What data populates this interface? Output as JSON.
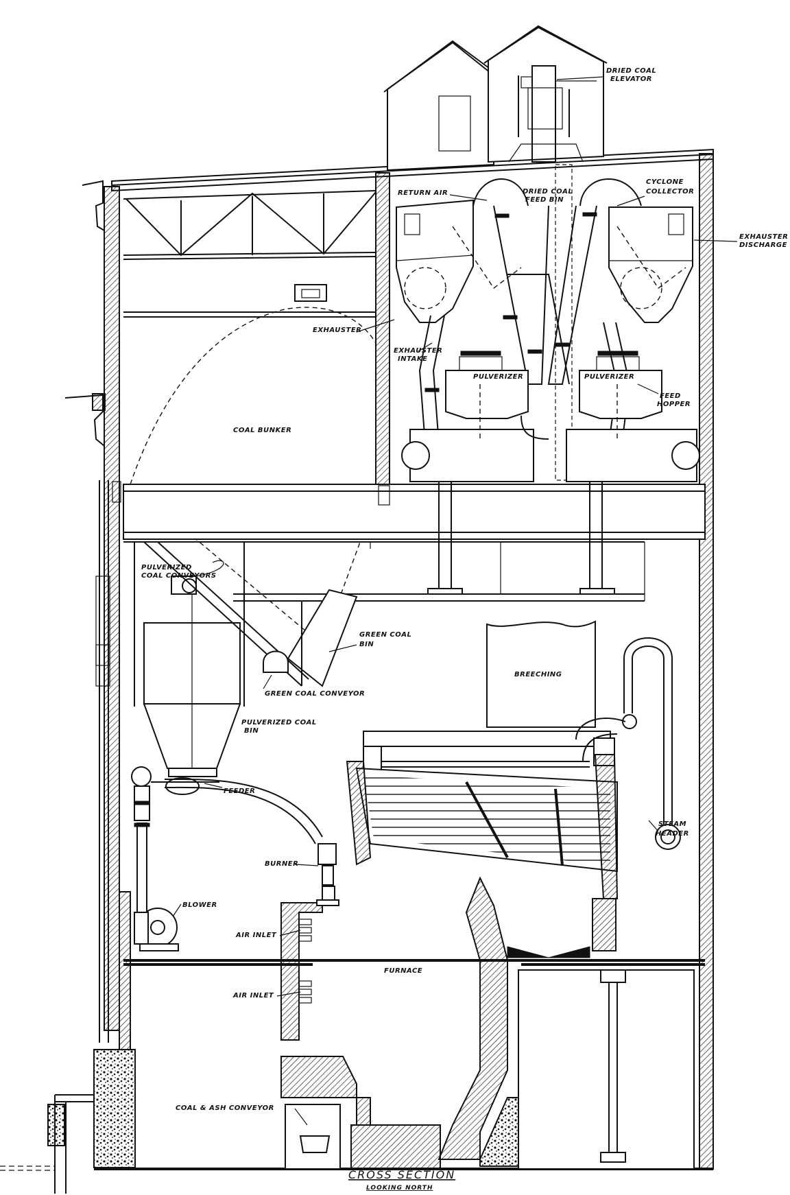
{
  "caption": {
    "title": "CROSS SECTION",
    "subtitle": "LOOKING NORTH"
  },
  "labels": {
    "dried_coal_elevator_1": "DRIED COAL",
    "dried_coal_elevator_2": "ELEVATOR",
    "return_air": "RETURN AIR",
    "dried_coal_feed_bin_1": "DRIED COAL",
    "dried_coal_feed_bin_2": "FEED BIN",
    "cyclone_collector_1": "CYCLONE",
    "cyclone_collector_2": "COLLECTOR",
    "exhauster_discharge_1": "EXHAUSTER",
    "exhauster_discharge_2": "DISCHARGE",
    "exhauster": "EXHAUSTER",
    "exhauster_intake_1": "EXHAUSTER",
    "exhauster_intake_2": "INTAKE",
    "pulverizer_left": "PULVERIZER",
    "pulverizer_right": "PULVERIZER",
    "feed_hopper_1": "FEED",
    "feed_hopper_2": "HOPPER",
    "coal_bunker": "COAL BUNKER",
    "pulverized_coal_conveyors_1": "PULVERIZED",
    "pulverized_coal_conveyors_2": "COAL CONVEYORS",
    "green_coal_bin_1": "GREEN COAL",
    "green_coal_bin_2": "BIN",
    "green_coal_conveyor": "GREEN COAL CONVEYOR",
    "breeching": "BREECHING",
    "pulverized_coal_bin_1": "PULVERIZED COAL",
    "pulverized_coal_bin_2": "BIN",
    "feeder": "FEEDER",
    "steam_header_1": "STEAM",
    "steam_header_2": "HEADER",
    "burner": "BURNER",
    "blower": "BLOWER",
    "air_inlet_upper": "AIR INLET",
    "air_inlet_lower": "AIR INLET",
    "furnace": "FURNACE",
    "coal_ash_conveyor": "COAL & ASH CONVEYOR"
  }
}
